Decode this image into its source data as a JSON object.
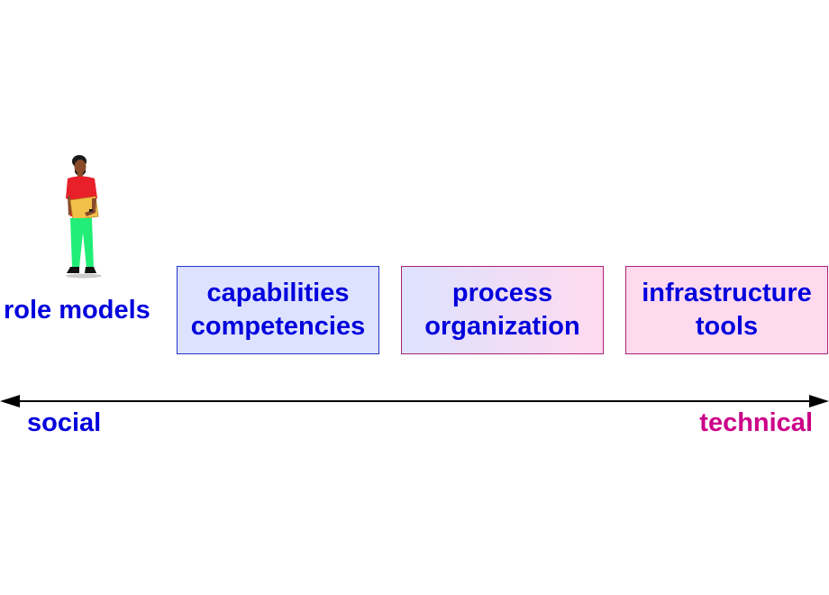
{
  "person_label": "role models",
  "boxes": [
    {
      "line1": "capabilities",
      "line2": "competencies"
    },
    {
      "line1": "process",
      "line2": "organization"
    },
    {
      "line1": "infrastructure",
      "line2": "tools"
    }
  ],
  "axis": {
    "left_label": "social",
    "right_label": "technical"
  },
  "colors": {
    "text_blue": "#0000dd",
    "text_magenta": "#cc0088",
    "box_blue_fill": "#dde2ff",
    "box_blue_border": "#2233cc",
    "box_pink_fill": "#ffdaee",
    "box_pink_border": "#aa2277",
    "axis_line": "#000000"
  }
}
